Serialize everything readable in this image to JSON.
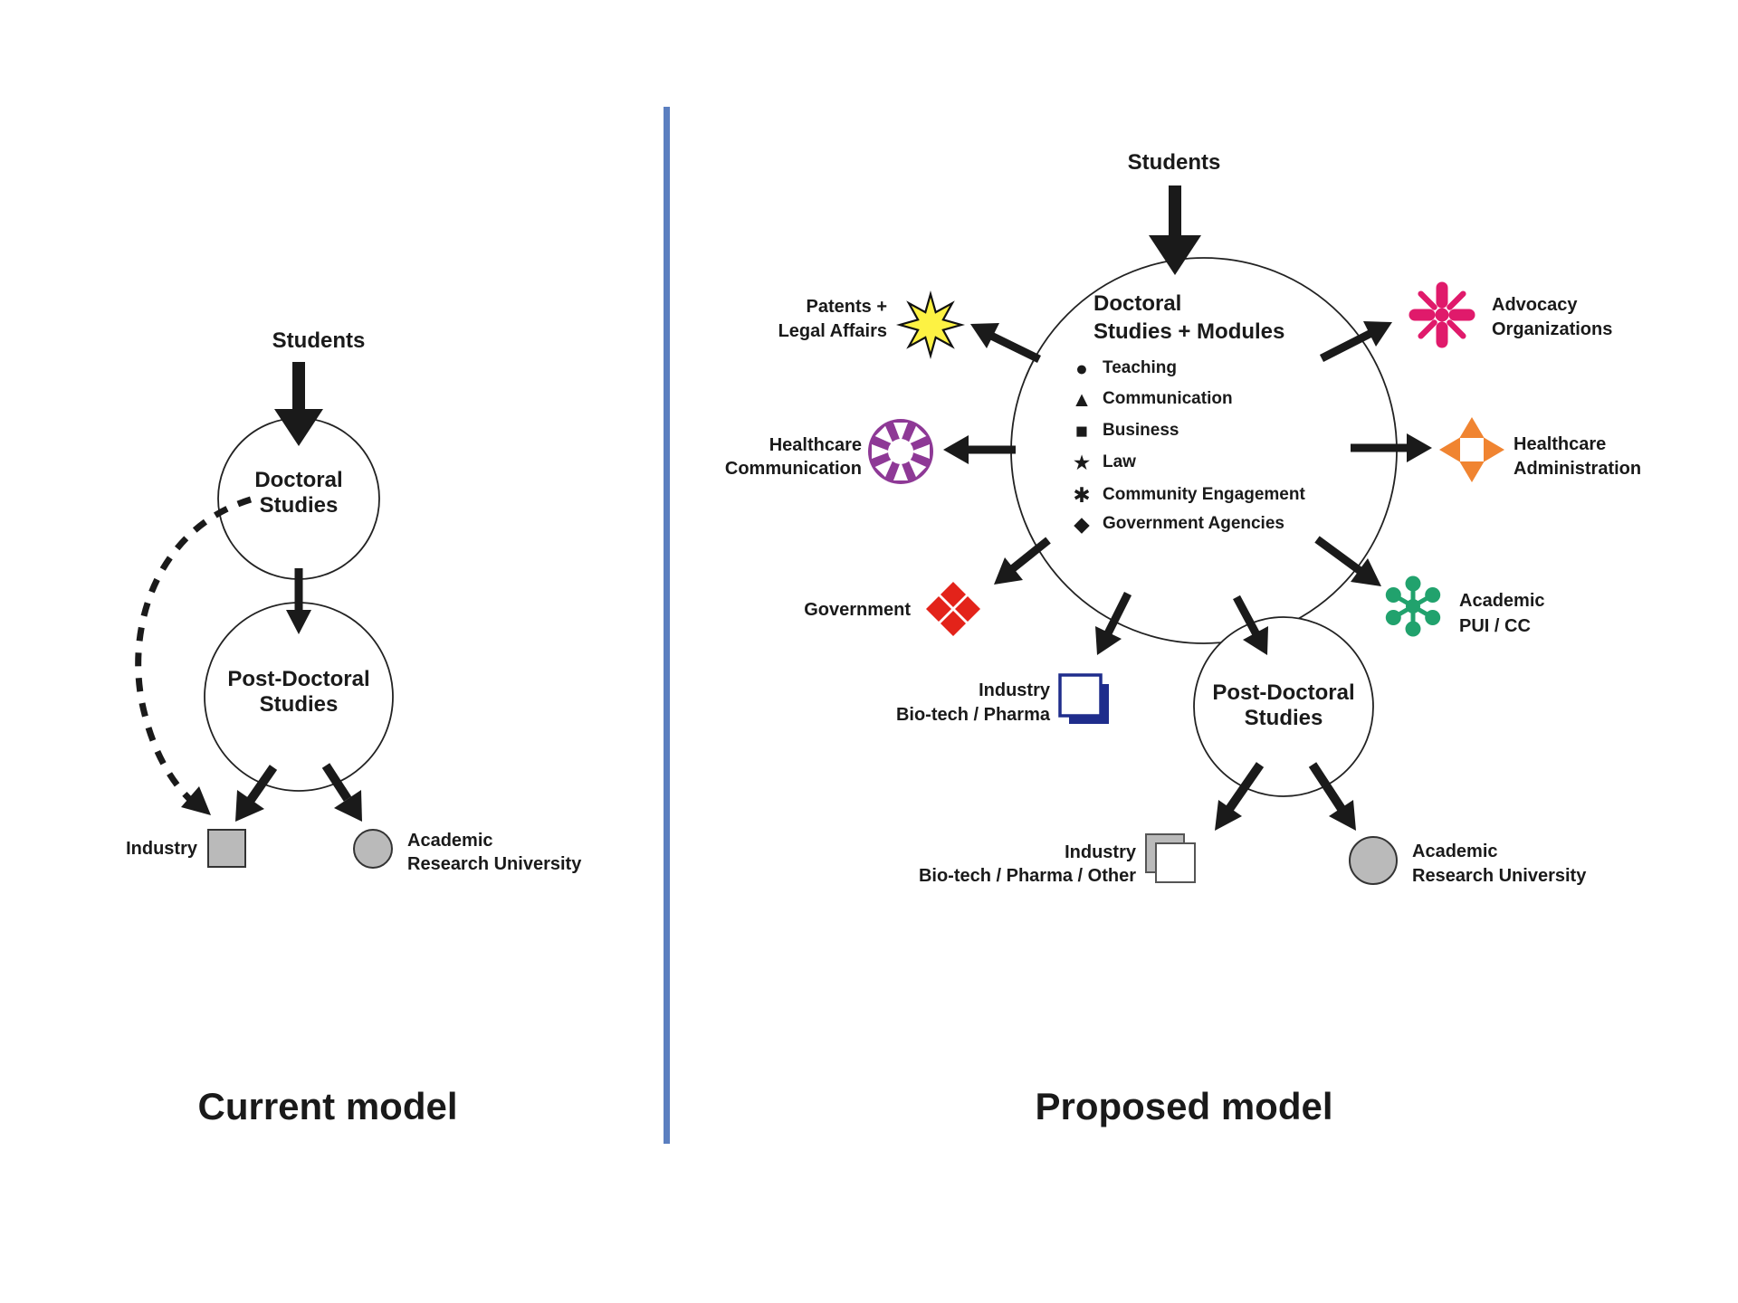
{
  "left_panel": {
    "students_label": "Students",
    "doctoral_circle": {
      "line1": "Doctoral",
      "line2": "Studies"
    },
    "postdoc_circle": {
      "line1": "Post-Doctoral",
      "line2": "Studies"
    },
    "industry_label": "Industry",
    "academic_label": {
      "line1": "Academic",
      "line2": "Research University"
    },
    "title": "Current model"
  },
  "right_panel": {
    "students_label": "Students",
    "doctoral_circle_title": {
      "line1": "Doctoral",
      "line2": "Studies + Modules"
    },
    "modules": [
      {
        "glyph": "●",
        "label": "Teaching"
      },
      {
        "glyph": "▲",
        "label": "Communication"
      },
      {
        "glyph": "■",
        "label": "Business"
      },
      {
        "glyph": "★",
        "label": "Law"
      },
      {
        "glyph": "✱",
        "label": "Community Engagement"
      },
      {
        "glyph": "◆",
        "label": "Government Agencies"
      }
    ],
    "satellites": {
      "patents": {
        "line1": "Patents +",
        "line2": "Legal Affairs",
        "icon": "eight-point-star"
      },
      "healthcare_comm": {
        "line1": "Healthcare",
        "line2": "Communication",
        "icon": "sun-ring"
      },
      "government": {
        "line1": "Government",
        "icon": "four-diamonds"
      },
      "industry_biotech": {
        "line1": "Industry",
        "line2": "Bio-tech / Pharma",
        "icon": "stacked-squares-navy"
      },
      "advocacy": {
        "line1": "Advocacy",
        "line2": "Organizations",
        "icon": "spoke-asterisk"
      },
      "healthcare_admin": {
        "line1": "Healthcare",
        "line2": "Administration",
        "icon": "compass-star"
      },
      "academic_pui": {
        "line1": "Academic",
        "line2": "PUI / CC",
        "icon": "molecule"
      },
      "industry_other": {
        "line1": "Industry",
        "line2": "Bio-tech / Pharma / Other",
        "icon": "stacked-squares-gray"
      },
      "academic_research": {
        "line1": "Academic",
        "line2": "Research University",
        "icon": "gray-circle"
      }
    },
    "postdoc_circle": {
      "line1": "Post-Doctoral",
      "line2": "Studies"
    },
    "title": "Proposed model"
  },
  "colors": {
    "divider": "#5b7fc0",
    "ink": "#1a1a1a",
    "yellow": "#fdf243",
    "purple": "#8e3996",
    "red": "#e3231a",
    "navy": "#1f2d8c",
    "pink": "#e01a6b",
    "orange": "#f08431",
    "green": "#21a26d",
    "gray": "#bababa"
  }
}
